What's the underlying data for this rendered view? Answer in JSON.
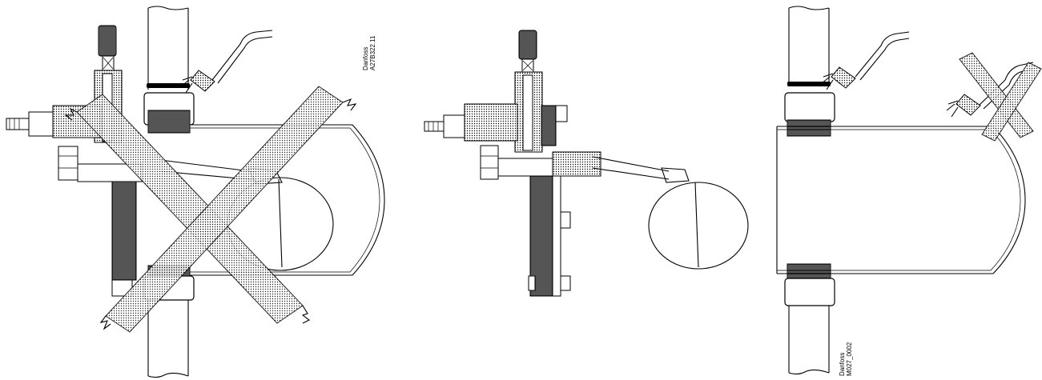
{
  "labels": {
    "top_ref_line1": "Danfoss",
    "top_ref_line2": "A27B322.11",
    "bottom_ref_line1": "Danfoss",
    "bottom_ref_line2": "M027_0002"
  },
  "colors": {
    "line": "#000000",
    "background": "#ffffff",
    "dotted_fill": "#000000"
  },
  "icons": [
    "welding-torch-icon",
    "cross-out-icon"
  ]
}
